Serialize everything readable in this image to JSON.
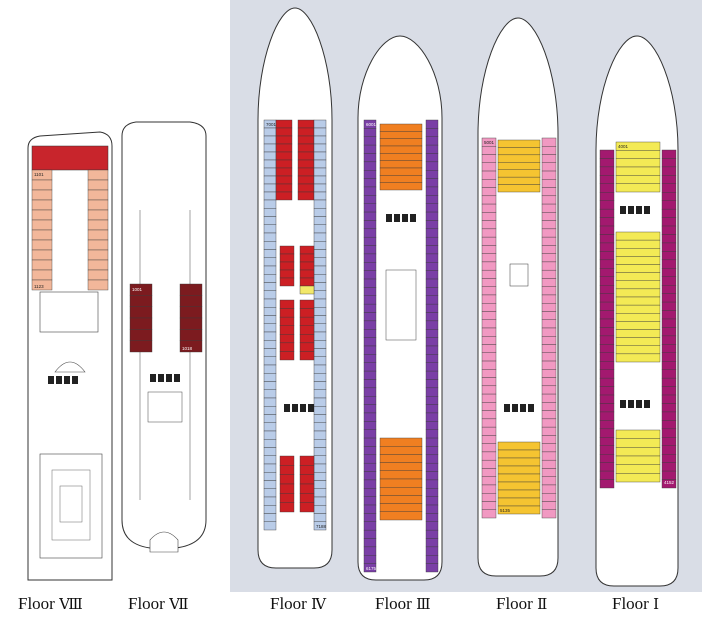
{
  "floor_labels": [
    {
      "word": "Floor",
      "roman": "Ⅷ"
    },
    {
      "word": "Floor",
      "roman": "Ⅶ"
    },
    {
      "word": "Floor",
      "roman": "Ⅳ"
    },
    {
      "word": "Floor",
      "roman": "Ⅲ"
    },
    {
      "word": "Floor",
      "roman": "Ⅱ"
    },
    {
      "word": "Floor",
      "roman": "Ⅰ"
    }
  ],
  "colors": {
    "floor8_red": "#c8252c",
    "floor8_salmon": "#f2b79a",
    "floor7_maroon": "#7c1b1f",
    "floor4_blue": "#b9cce8",
    "floor4_red": "#cc1f24",
    "floor4_yellow": "#f2e86a",
    "floor3_purple": "#7a3fa6",
    "floor3_orange": "#f07f21",
    "floor2_pink": "#f199c2",
    "floor2_yellow": "#f5c431",
    "floor1_magenta": "#a3196f",
    "floor1_yellow": "#f3ea55",
    "background_band": "#d9dde6"
  },
  "cabin_ranges": {
    "floor8": [
      "1101",
      "1123"
    ],
    "floor7": [
      "1001",
      "1018"
    ],
    "floor4": [
      "7001",
      "7188"
    ],
    "floor3": [
      "6001",
      "6175"
    ],
    "floor2": [
      "5001",
      "5135"
    ],
    "floor1": [
      "4001",
      "4152"
    ]
  }
}
